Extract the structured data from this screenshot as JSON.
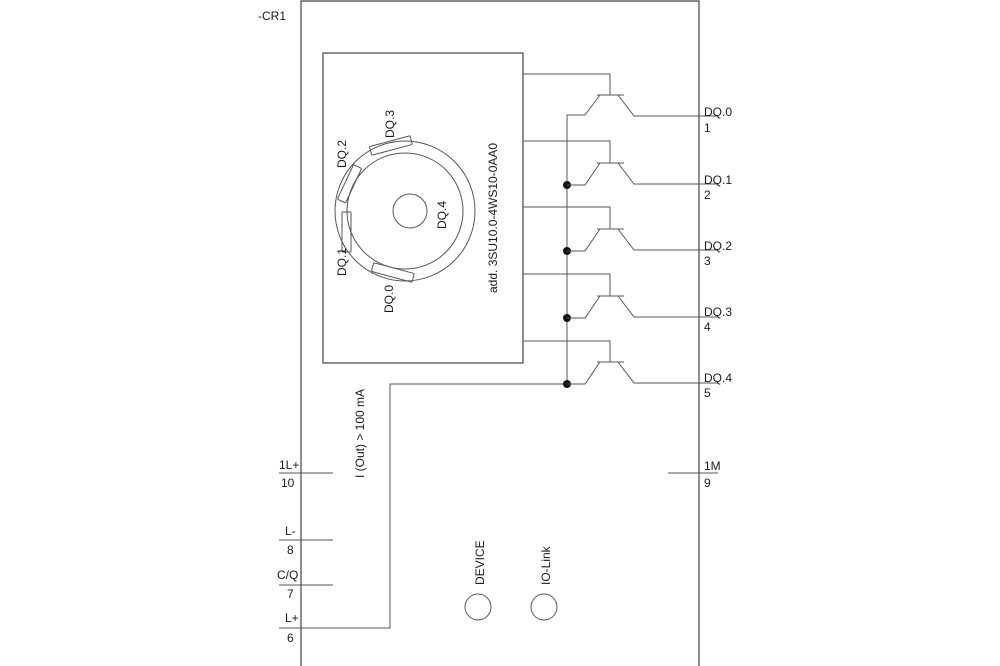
{
  "device": {
    "tag": "-CR1",
    "addon_text": "add. 3SU10.0-4WS10-0AA0",
    "current_note": "I (Out) > 100 mA"
  },
  "dial": {
    "labels": [
      "DQ.0",
      "DQ.1",
      "DQ.2",
      "DQ.3",
      "DQ.4"
    ]
  },
  "outputs": [
    {
      "name": "DQ.0",
      "pin": "1"
    },
    {
      "name": "DQ.1",
      "pin": "2"
    },
    {
      "name": "DQ.2",
      "pin": "3"
    },
    {
      "name": "DQ.3",
      "pin": "4"
    },
    {
      "name": "DQ.4",
      "pin": "5"
    }
  ],
  "right_terminal": {
    "name": "1M",
    "pin": "9"
  },
  "left_terminals": [
    {
      "name": "1L+",
      "pin": "10"
    },
    {
      "name": "L-",
      "pin": "8"
    },
    {
      "name": "C/Q",
      "pin": "7"
    },
    {
      "name": "L+",
      "pin": "6"
    }
  ],
  "leds": {
    "device": "DEVICE",
    "iolink": "IO-Link"
  }
}
